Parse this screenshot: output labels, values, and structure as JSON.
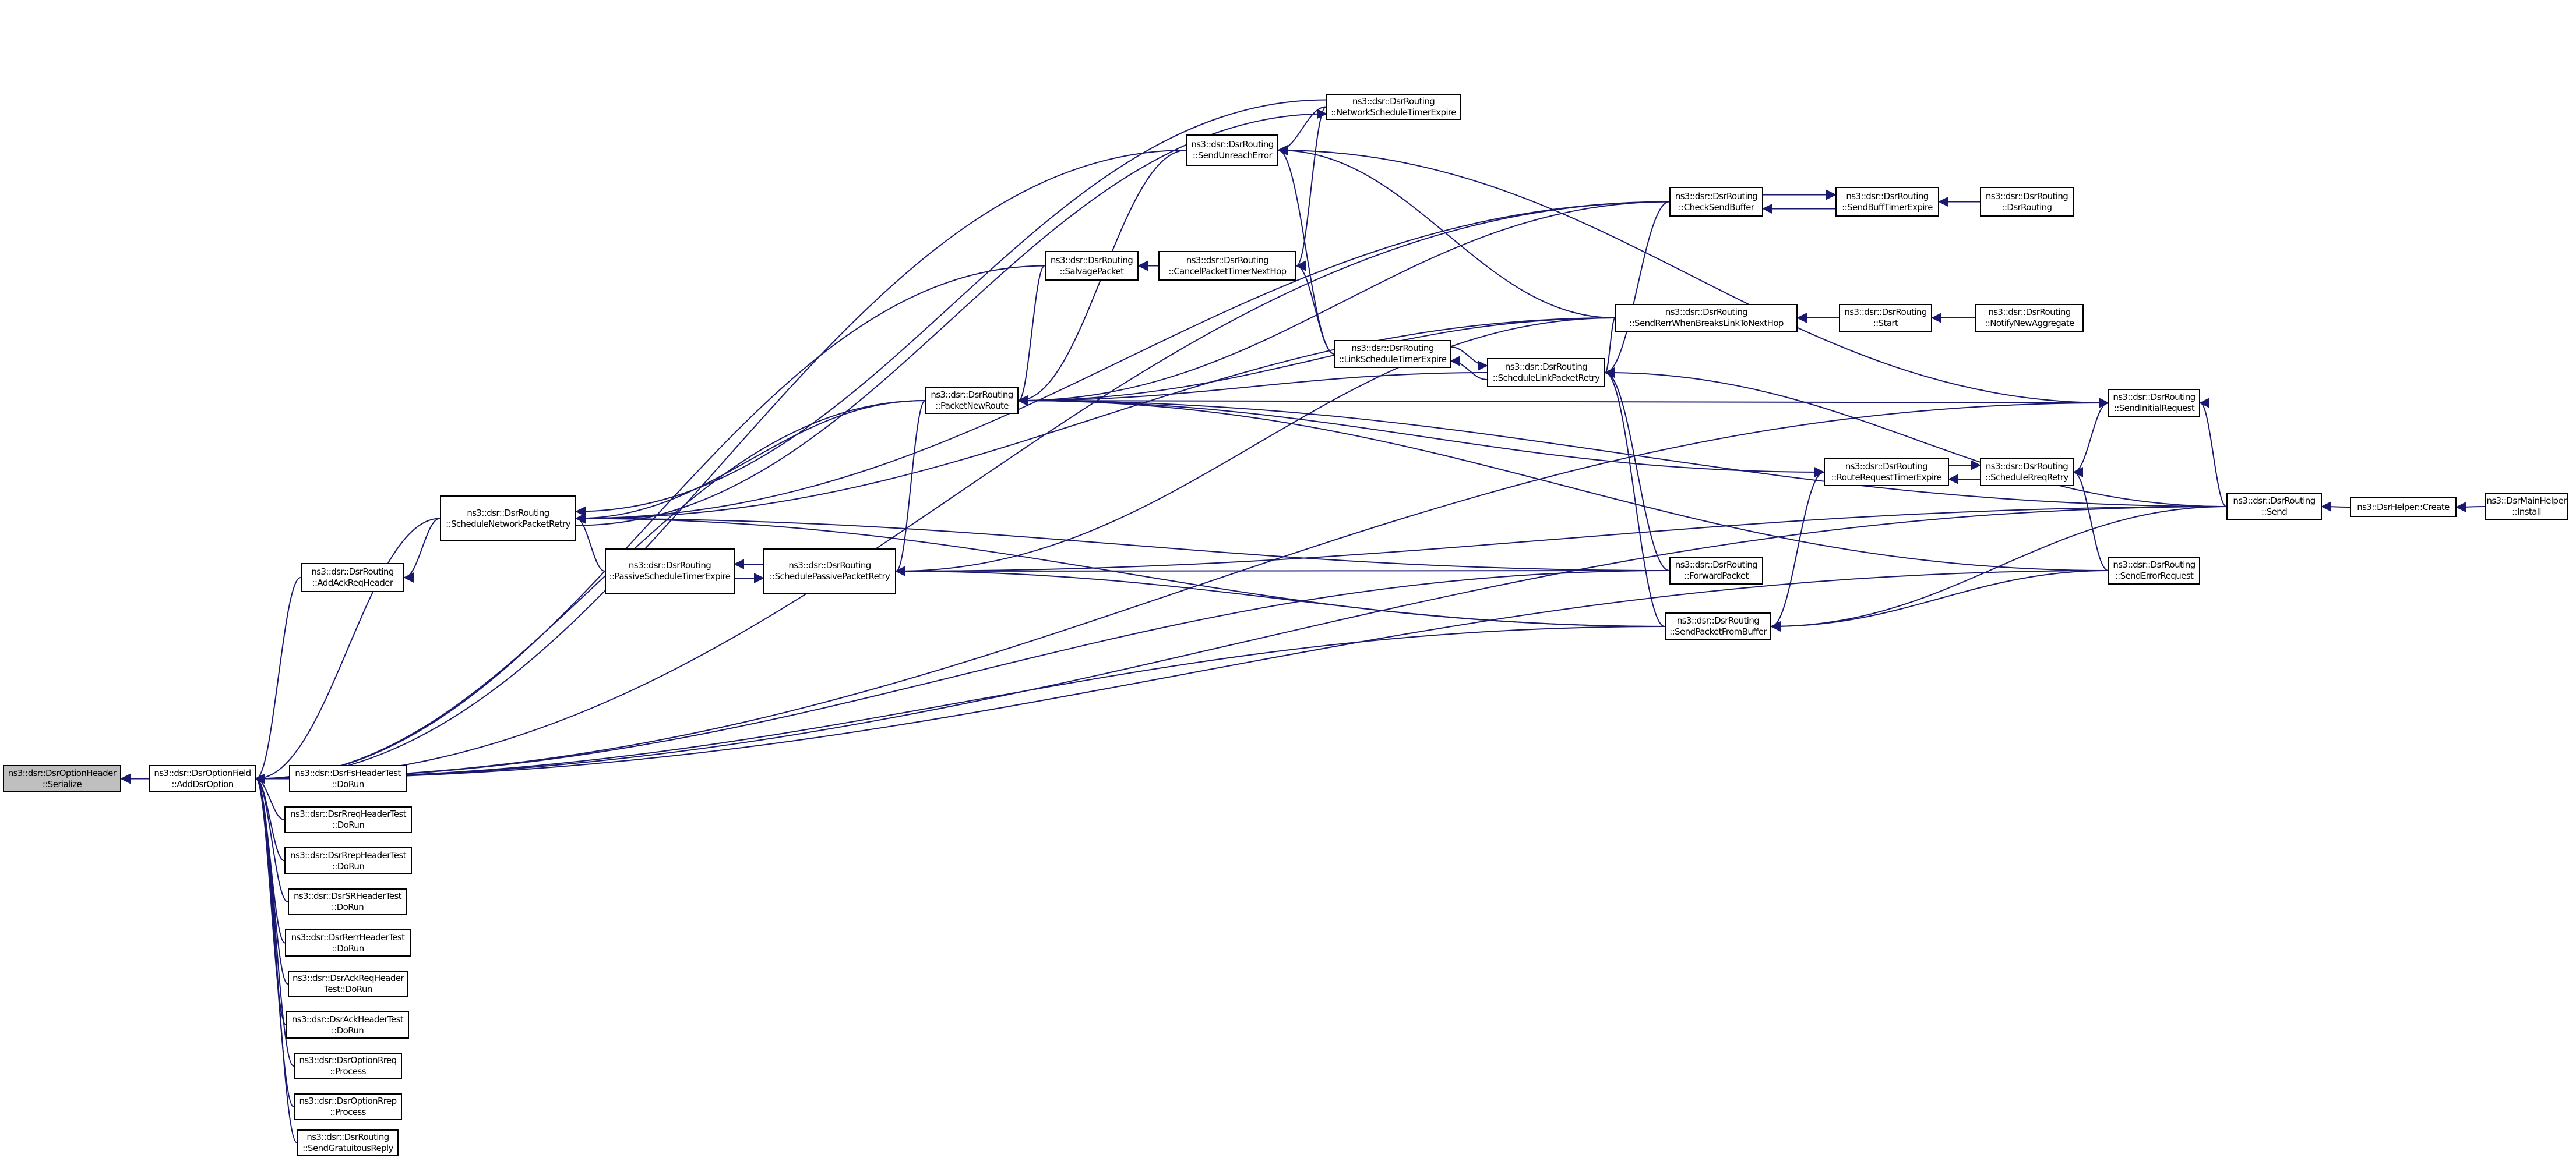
{
  "graph_type": "caller graph",
  "colors": {
    "edge": "#191970",
    "root_fill": "#bfbfbf",
    "node_fill": "#ffffff"
  },
  "nodes": [
    {
      "id": "serialize",
      "lines": [
        "ns3::dsr::DsrOptionHeader",
        "::Serialize"
      ],
      "highlighted": true
    },
    {
      "id": "addDsrOption",
      "lines": [
        "ns3::dsr::DsrOptionField",
        "::AddDsrOption"
      ]
    },
    {
      "id": "fsTest",
      "lines": [
        "ns3::dsr::DsrFsHeaderTest",
        "::DoRun"
      ]
    },
    {
      "id": "rreqTest",
      "lines": [
        "ns3::dsr::DsrRreqHeaderTest",
        "::DoRun"
      ]
    },
    {
      "id": "rrepTest",
      "lines": [
        "ns3::dsr::DsrRrepHeaderTest",
        "::DoRun"
      ]
    },
    {
      "id": "srTest",
      "lines": [
        "ns3::dsr::DsrSRHeaderTest",
        "::DoRun"
      ]
    },
    {
      "id": "rerrTest",
      "lines": [
        "ns3::dsr::DsrRerrHeaderTest",
        "::DoRun"
      ]
    },
    {
      "id": "ackReqTest",
      "lines": [
        "ns3::dsr::DsrAckReqHeader",
        "Test::DoRun"
      ]
    },
    {
      "id": "ackTest",
      "lines": [
        "ns3::dsr::DsrAckHeaderTest",
        "::DoRun"
      ]
    },
    {
      "id": "optRreq",
      "lines": [
        "ns3::dsr::DsrOptionRreq",
        "::Process"
      ]
    },
    {
      "id": "optRrep",
      "lines": [
        "ns3::dsr::DsrOptionRrep",
        "::Process"
      ]
    },
    {
      "id": "gratReply",
      "lines": [
        "ns3::dsr::DsrRouting",
        "::SendGratuitousReply"
      ]
    },
    {
      "id": "addAckReq",
      "lines": [
        "ns3::dsr::DsrRouting",
        "::AddAckReqHeader"
      ]
    },
    {
      "id": "snpr",
      "lines": [
        "ns3::dsr::DsrRouting",
        "::ScheduleNetworkPacketRetry"
      ]
    },
    {
      "id": "pste",
      "lines": [
        "ns3::dsr::DsrRouting",
        "::PassiveScheduleTimerExpire"
      ]
    },
    {
      "id": "sppr",
      "lines": [
        "ns3::dsr::DsrRouting",
        "::SchedulePassivePacketRetry"
      ]
    },
    {
      "id": "pnr",
      "lines": [
        "ns3::dsr::DsrRouting",
        "::PacketNewRoute"
      ]
    },
    {
      "id": "salvage",
      "lines": [
        "ns3::dsr::DsrRouting",
        "::SalvagePacket"
      ]
    },
    {
      "id": "cancel",
      "lines": [
        "ns3::dsr::DsrRouting",
        "::CancelPacketTimerNextHop"
      ]
    },
    {
      "id": "unreach",
      "lines": [
        "ns3::dsr::DsrRouting",
        "::SendUnreachError"
      ]
    },
    {
      "id": "nste",
      "lines": [
        "ns3::dsr::DsrRouting",
        "::NetworkScheduleTimerExpire"
      ]
    },
    {
      "id": "lste",
      "lines": [
        "ns3::dsr::DsrRouting",
        "::LinkScheduleTimerExpire"
      ]
    },
    {
      "id": "slpr",
      "lines": [
        "ns3::dsr::DsrRouting",
        "::ScheduleLinkPacketRetry"
      ]
    },
    {
      "id": "checkBuf",
      "lines": [
        "ns3::dsr::DsrRouting",
        "::CheckSendBuffer"
      ]
    },
    {
      "id": "buffTimer",
      "lines": [
        "ns3::dsr::DsrRouting",
        "::SendBuffTimerExpire"
      ]
    },
    {
      "id": "ctor",
      "lines": [
        "ns3::dsr::DsrRouting",
        "::DsrRouting"
      ]
    },
    {
      "id": "rerrBreak",
      "lines": [
        "ns3::dsr::DsrRouting",
        "::SendRerrWhenBreaksLinkToNextHop"
      ]
    },
    {
      "id": "start",
      "lines": [
        "ns3::dsr::DsrRouting",
        "::Start"
      ]
    },
    {
      "id": "notify",
      "lines": [
        "ns3::dsr::DsrRouting",
        "::NotifyNewAggregate"
      ]
    },
    {
      "id": "initReq",
      "lines": [
        "ns3::dsr::DsrRouting",
        "::SendInitialRequest"
      ]
    },
    {
      "id": "rrte",
      "lines": [
        "ns3::dsr::DsrRouting",
        "::RouteRequestTimerExpire"
      ]
    },
    {
      "id": "rreqRetry",
      "lines": [
        "ns3::dsr::DsrRouting",
        "::ScheduleRreqRetry"
      ]
    },
    {
      "id": "send",
      "lines": [
        "ns3::dsr::DsrRouting",
        "::Send"
      ]
    },
    {
      "id": "create",
      "lines": [
        "ns3::DsrHelper::Create"
      ]
    },
    {
      "id": "install",
      "lines": [
        "ns3::DsrMainHelper",
        "::Install"
      ]
    },
    {
      "id": "forward",
      "lines": [
        "ns3::dsr::DsrRouting",
        "::ForwardPacket"
      ]
    },
    {
      "id": "errReq",
      "lines": [
        "ns3::dsr::DsrRouting",
        "::SendErrorRequest"
      ]
    },
    {
      "id": "spfb",
      "lines": [
        "ns3::dsr::DsrRouting",
        "::SendPacketFromBuffer"
      ]
    }
  ],
  "edges": [
    [
      "addDsrOption",
      "serialize"
    ],
    [
      "fsTest",
      "addDsrOption"
    ],
    [
      "rreqTest",
      "addDsrOption"
    ],
    [
      "rrepTest",
      "addDsrOption"
    ],
    [
      "srTest",
      "addDsrOption"
    ],
    [
      "rerrTest",
      "addDsrOption"
    ],
    [
      "ackReqTest",
      "addDsrOption"
    ],
    [
      "ackTest",
      "addDsrOption"
    ],
    [
      "optRreq",
      "addDsrOption"
    ],
    [
      "optRrep",
      "addDsrOption"
    ],
    [
      "gratReply",
      "addDsrOption"
    ],
    [
      "addAckReq",
      "addDsrOption"
    ],
    [
      "snpr",
      "addDsrOption"
    ],
    [
      "pnr",
      "addDsrOption"
    ],
    [
      "unreach",
      "addDsrOption"
    ],
    [
      "salvage",
      "addDsrOption"
    ],
    [
      "checkBuf",
      "addDsrOption"
    ],
    [
      "send",
      "addDsrOption"
    ],
    [
      "initReq",
      "addDsrOption"
    ],
    [
      "errReq",
      "addDsrOption"
    ],
    [
      "spfb",
      "addDsrOption"
    ],
    [
      "forward",
      "addDsrOption"
    ],
    [
      "snpr",
      "addAckReq"
    ],
    [
      "pste",
      "snpr"
    ],
    [
      "sppr",
      "pste"
    ],
    [
      "pste",
      "sppr"
    ],
    [
      "pnr",
      "snpr"
    ],
    [
      "pnr",
      "sppr"
    ],
    [
      "nste",
      "snpr"
    ],
    [
      "snpr",
      "nste"
    ],
    [
      "nste",
      "unreach"
    ],
    [
      "nste",
      "cancel"
    ],
    [
      "cancel",
      "salvage"
    ],
    [
      "salvage",
      "pnr"
    ],
    [
      "lste",
      "cancel"
    ],
    [
      "lste",
      "unreach"
    ],
    [
      "lste",
      "slpr"
    ],
    [
      "slpr",
      "lste"
    ],
    [
      "slpr",
      "pnr"
    ],
    [
      "checkBuf",
      "slpr"
    ],
    [
      "rerrBreak",
      "slpr"
    ],
    [
      "rerrBreak",
      "unreach"
    ],
    [
      "rerrBreak",
      "pnr"
    ],
    [
      "rerrBreak",
      "snpr"
    ],
    [
      "rerrBreak",
      "sppr"
    ],
    [
      "start",
      "rerrBreak"
    ],
    [
      "notify",
      "start"
    ],
    [
      "checkBuf",
      "buffTimer"
    ],
    [
      "buffTimer",
      "checkBuf"
    ],
    [
      "ctor",
      "buffTimer"
    ],
    [
      "checkBuf",
      "pnr"
    ],
    [
      "checkBuf",
      "snpr"
    ],
    [
      "pnr",
      "initReq"
    ],
    [
      "unreach",
      "initReq"
    ],
    [
      "rreqRetry",
      "initReq"
    ],
    [
      "send",
      "initReq"
    ],
    [
      "rrte",
      "rreqRetry"
    ],
    [
      "rreqRetry",
      "rrte"
    ],
    [
      "errReq",
      "rreqRetry"
    ],
    [
      "rrte",
      "pnr"
    ],
    [
      "spfb",
      "rrte"
    ],
    [
      "send",
      "slpr"
    ],
    [
      "create",
      "send"
    ],
    [
      "install",
      "create"
    ],
    [
      "forward",
      "slpr"
    ],
    [
      "forward",
      "sppr"
    ],
    [
      "forward",
      "snpr"
    ],
    [
      "spfb",
      "slpr"
    ],
    [
      "spfb",
      "sppr"
    ],
    [
      "spfb",
      "snpr"
    ],
    [
      "errReq",
      "spfb"
    ],
    [
      "send",
      "spfb"
    ],
    [
      "errReq",
      "pnr"
    ],
    [
      "send",
      "pnr"
    ],
    [
      "send",
      "sppr"
    ],
    [
      "unreach",
      "pnr"
    ]
  ]
}
